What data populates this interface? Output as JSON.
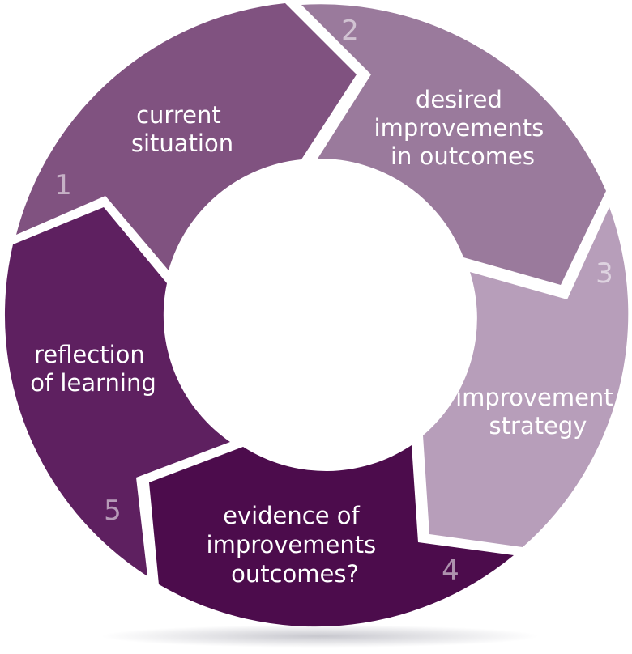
{
  "steps": [
    {
      "number": "1",
      "lines": [
        "current",
        "situation"
      ],
      "color": "#805280"
    },
    {
      "number": "2",
      "lines": [
        "desired",
        "improvements",
        "in outcomes"
      ],
      "color": "#9a7a9c"
    },
    {
      "number": "3",
      "lines": [
        "improvement",
        "strategy"
      ],
      "color": "#b79eba"
    },
    {
      "number": "4",
      "lines": [
        "evidence of",
        "improvements",
        "outcomes?"
      ],
      "color": "#4c0c4c"
    },
    {
      "number": "5",
      "lines": [
        "reflection",
        "of learning"
      ],
      "color": "#5e2060"
    }
  ]
}
